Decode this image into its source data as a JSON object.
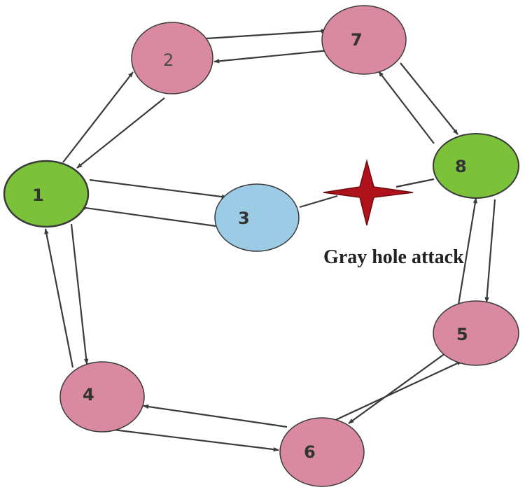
{
  "diagram": {
    "colors": {
      "normal": "#d98aa0",
      "source_destination": "#7bc23a",
      "attacker": "#9ccbe6",
      "node_stroke": "#3a3a3a",
      "edge": "#3a3a3a",
      "attack_marker": "#b0121b"
    },
    "nodes": {
      "n1": {
        "label": "1",
        "role": "source_destination"
      },
      "n2": {
        "label": "2",
        "role": "normal"
      },
      "n3": {
        "label": "3",
        "role": "attacker"
      },
      "n4": {
        "label": "4",
        "role": "normal"
      },
      "n5": {
        "label": "5",
        "role": "normal"
      },
      "n6": {
        "label": "6",
        "role": "normal"
      },
      "n7": {
        "label": "7",
        "role": "normal"
      },
      "n8": {
        "label": "8",
        "role": "source_destination"
      }
    },
    "edges": [
      {
        "from": "1",
        "to": "2"
      },
      {
        "from": "2",
        "to": "1"
      },
      {
        "from": "2",
        "to": "7"
      },
      {
        "from": "7",
        "to": "2"
      },
      {
        "from": "7",
        "to": "8"
      },
      {
        "from": "8",
        "to": "7"
      },
      {
        "from": "1",
        "to": "3"
      },
      {
        "from": "3",
        "to": "1"
      },
      {
        "from": "3",
        "to": "8",
        "note": "link broken by attack"
      },
      {
        "from": "1",
        "to": "4"
      },
      {
        "from": "4",
        "to": "1"
      },
      {
        "from": "4",
        "to": "6"
      },
      {
        "from": "6",
        "to": "4"
      },
      {
        "from": "6",
        "to": "5"
      },
      {
        "from": "5",
        "to": "6"
      },
      {
        "from": "8",
        "to": "5"
      },
      {
        "from": "5",
        "to": "8"
      }
    ],
    "attack": {
      "label": "Gray hole attack",
      "marker_icon": "four-point-star-icon"
    }
  }
}
